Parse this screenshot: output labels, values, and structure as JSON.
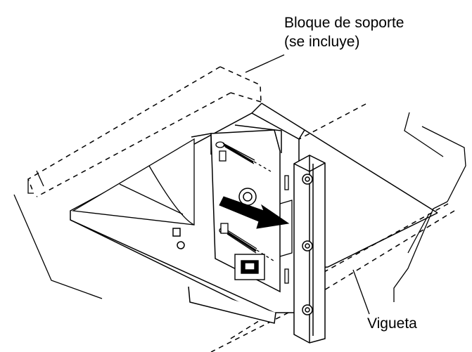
{
  "labels": {
    "support_block_line1": "Bloque de soporte",
    "support_block_line2": "(se incluye)",
    "joist": "Vigueta"
  },
  "colors": {
    "ink": "#000000",
    "fill": "#ffffff",
    "arrow": "#000000"
  },
  "icons": {
    "screw": "screw-icon",
    "arrow": "arrow-right-icon",
    "connector": "connector-icon"
  }
}
